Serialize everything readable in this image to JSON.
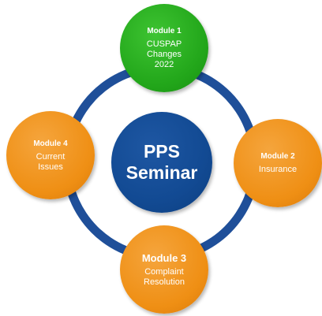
{
  "diagram": {
    "center": {
      "title": "PPS\nSeminar"
    },
    "modules": [
      {
        "title": "Module 1",
        "body": "CUSPAP\nChanges\n2022"
      },
      {
        "title": "Module 2",
        "body": "Insurance"
      },
      {
        "title": "Module 3",
        "body": "Complaint\nResolution"
      },
      {
        "title": "Module 4",
        "body": "Current\nIssues"
      }
    ]
  },
  "colors": {
    "ring": "#1f4f99",
    "center": "#124a93",
    "module_1": "#22a61a",
    "module_other": "#ef8f14",
    "text": "#ffffff"
  }
}
